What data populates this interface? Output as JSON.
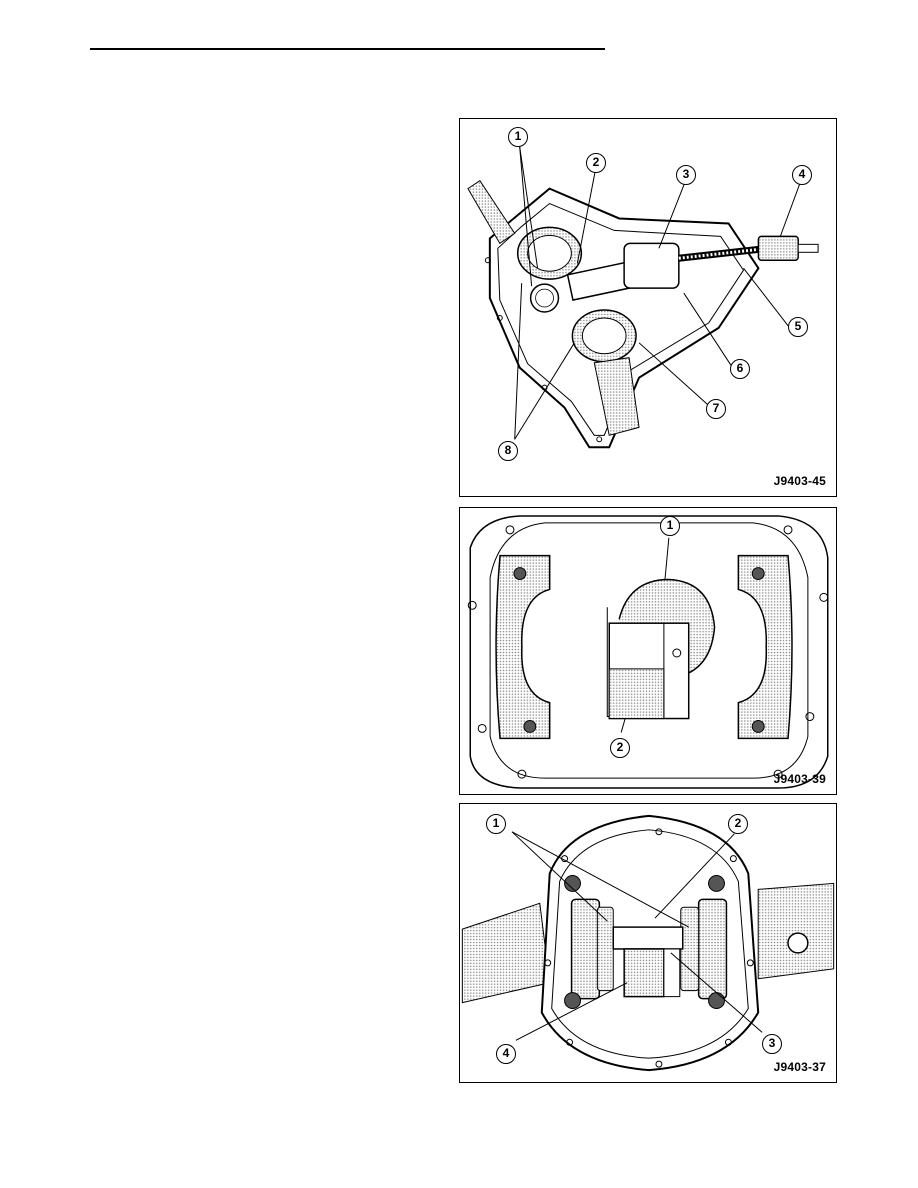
{
  "figures": [
    {
      "code": "J9403-45",
      "callouts": [
        "1",
        "2",
        "3",
        "4",
        "5",
        "6",
        "7",
        "8"
      ]
    },
    {
      "code": "J9403-39",
      "callouts": [
        "1",
        "2"
      ]
    },
    {
      "code": "J9403-37",
      "callouts": [
        "1",
        "2",
        "3",
        "4"
      ]
    }
  ]
}
